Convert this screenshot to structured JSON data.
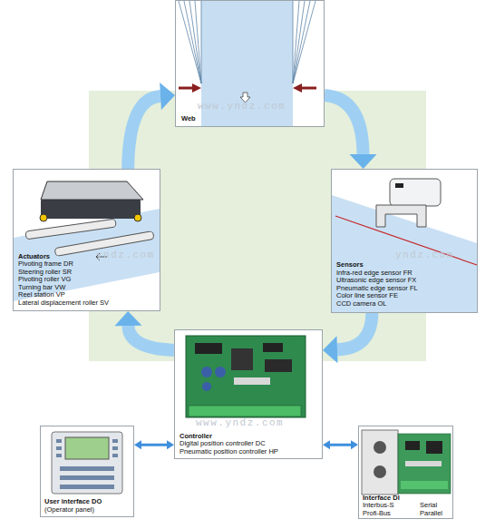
{
  "diagram": {
    "nodes": [
      {
        "text": [
          "Web"
        ]
      },
      {
        "text": [
          "Actuators",
          "Pivoting frame DR",
          "Steering roller SR",
          "Pivoting roller VG",
          "Turning bar VW",
          "Reel station VP",
          "Lateral displacement roller SV"
        ]
      },
      {
        "text": [
          "Sensors",
          "Infra-red edge sensor FR",
          "Ultrasonic edge sensor FX",
          "Pneumatic edge sensor FL",
          "Color line sensor FE",
          "CCD camera OL"
        ]
      },
      {
        "text": [
          "Controller",
          "Digital position controller DC",
          "Pneumatic position controller HP"
        ]
      },
      {
        "text": [
          "User interface DO",
          "(Operator panel)"
        ]
      },
      {
        "text": [
          "Interface DI",
          "Interbus-S",
          "Serial",
          "Profi-Bus",
          "Parallel"
        ]
      }
    ],
    "edges": [
      {
        "from": 0,
        "to": 2,
        "arrow": "to"
      },
      {
        "from": 2,
        "to": 3,
        "arrow": "to"
      },
      {
        "from": 3,
        "to": 1,
        "arrow": "to"
      },
      {
        "from": 1,
        "to": 0,
        "arrow": "to"
      },
      {
        "from": 4,
        "to": 3,
        "arrow": "both"
      },
      {
        "from": 3,
        "to": 5,
        "arrow": "both"
      }
    ],
    "labels": [
      "www.yndz.com",
      "yndz.com",
      "yndz.com",
      "www.yndz.com"
    ]
  }
}
